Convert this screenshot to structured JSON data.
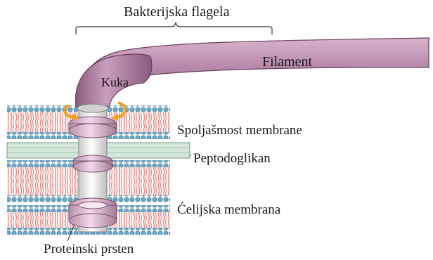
{
  "diagram": {
    "title": "Bakterijska flagela",
    "labels": {
      "filament": "Filament",
      "hook": "Kuka",
      "outer_membrane": "Spoljašmost membrane",
      "peptidoglycan": "Peptodoglikan",
      "cell_membrane": "Ćelijska membrana",
      "protein_ring": "Proteinski prsten"
    },
    "colors": {
      "filament": "#b98aac",
      "filament_dark": "#8a5b7d",
      "lipid_head": "#6fa8c7",
      "lipid_tail": "#e58b86",
      "peptidoglycan": "#d3e6d8",
      "ring": "#d6b3c9",
      "rotation_arrow": "#f2a11f"
    }
  }
}
